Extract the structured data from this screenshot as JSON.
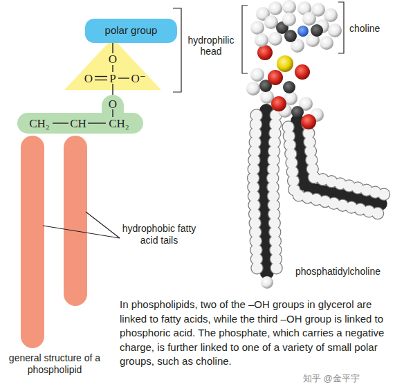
{
  "diagram": {
    "caption": "In phospholipids, two of the –OH groups in glycerol are linked to fatty acids, while the third –OH group is linked to phosphoric acid. The phosphate, which carries a negative charge, is further linked to one of a variety of small polar groups, such as choline.",
    "nodes": [
      {
        "text": [
          "polar group"
        ]
      },
      {
        "text": [
          "O",
          "O",
          "P",
          "O⁻"
        ]
      },
      {
        "text": [
          "O",
          "CH₂",
          "CH",
          "CH₂"
        ]
      }
    ],
    "edges": [
      {
        "from": 1,
        "to": 2,
        "arrow": "none"
      }
    ],
    "labels": [
      "hydrophilic head",
      "choline",
      "hydrophobic fatty acid tails",
      "phosphatidylcholine",
      "general structure of a phospholipid",
      "知乎 @金平宇"
    ]
  }
}
